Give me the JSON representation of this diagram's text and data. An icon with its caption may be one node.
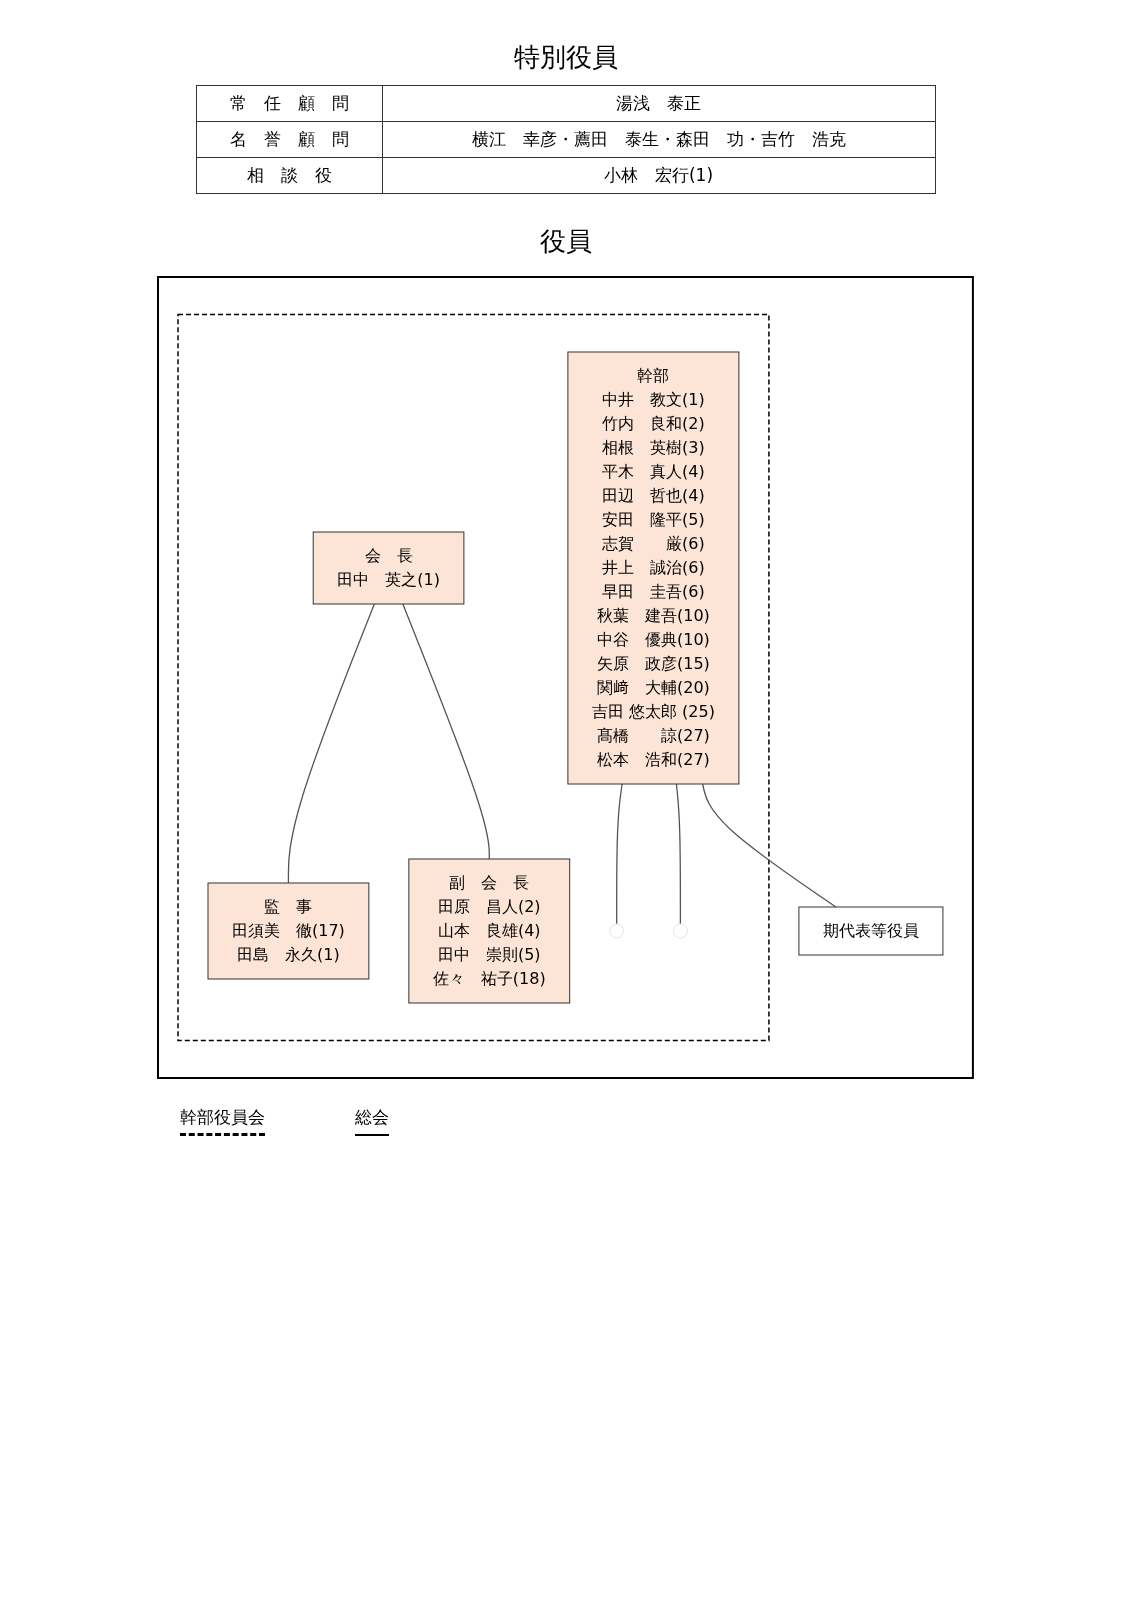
{
  "diagram": {
    "title": "役員",
    "nodes": [
      {
        "text": [],
        "shape": "box"
      },
      {
        "text": [],
        "shape": "box",
        "in": 0
      },
      {
        "text": [
          "会　長",
          "田中　英之(1)"
        ],
        "in": 1
      },
      {
        "text": [
          "監　事",
          "田須美　徹(17)",
          "田島　永久(1)"
        ],
        "in": 1
      },
      {
        "text": [
          "副　会　長",
          "田原　昌人(2)",
          "山本　良雄(4)",
          "田中　崇則(5)",
          "佐々　祐子(18)"
        ],
        "in": 1
      },
      {
        "text": [
          "幹部",
          "中井　教文(1)",
          "竹内　良和(2)",
          "相根　英樹(3)",
          "平木　真人(4)",
          "田辺　哲也(4)",
          "安田　隆平(5)",
          "志賀　　厳(6)",
          "井上　誠治(6)",
          "早田　圭吾(6)",
          "秋葉　建吾(10)",
          "中谷　優典(10)",
          "矢原　政彦(15)",
          "関﨑　大輔(20)",
          "吉田 悠太郎 (25)",
          "髙橋　　諒(27)",
          "松本　浩和(27)"
        ],
        "in": 1
      },
      {
        "text": [
          "期代表等役員"
        ],
        "in": 0
      }
    ],
    "edges": [
      {
        "from": 2,
        "to": 3,
        "arrow": "none"
      },
      {
        "from": 2,
        "to": 4,
        "arrow": "none"
      },
      {
        "from": 5,
        "to": null,
        "arrow": "none"
      },
      {
        "from": 5,
        "to": 6,
        "arrow": "none"
      },
      {
        "from": 5,
        "to": null,
        "arrow": "none"
      }
    ],
    "labels": [
      "特別役員",
      "常　任　顧　問",
      "湯浅　泰正",
      "名　誉　顧　問",
      "横江　幸彦・薦田　泰生・森田　功・吉竹　浩克",
      "相　談　役",
      "小林　宏行(1)"
    ],
    "legend": [
      {
        "text": "幹部役員会"
      },
      {
        "text": "総会"
      }
    ]
  }
}
